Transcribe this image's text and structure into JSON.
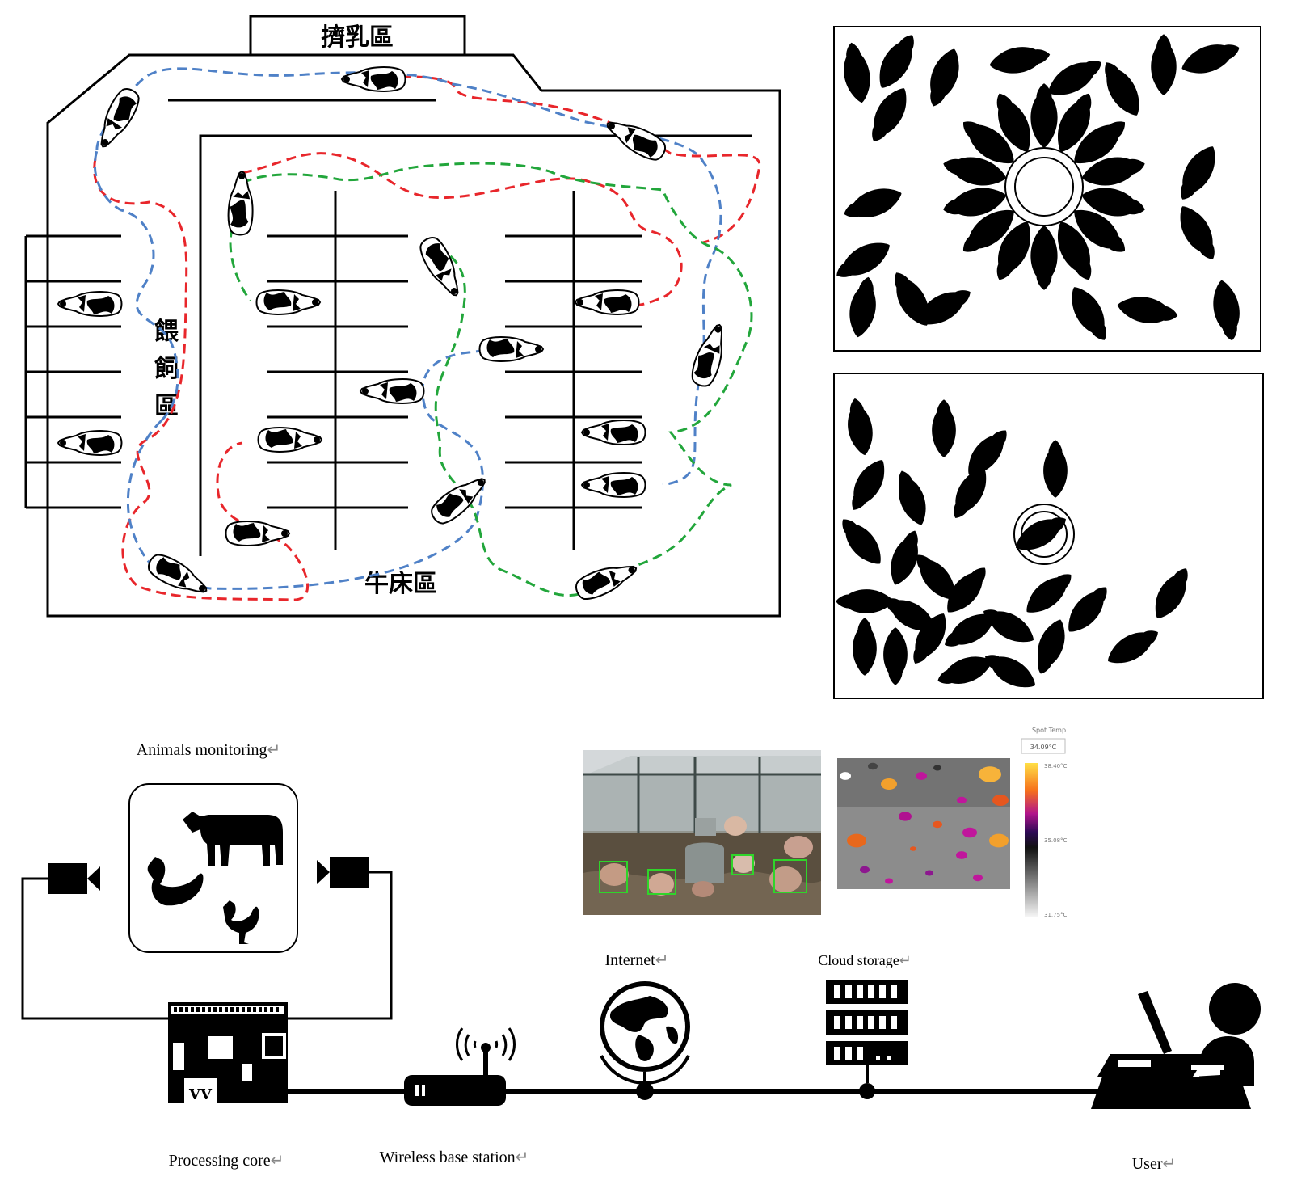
{
  "barn": {
    "milking_area": "擠乳區",
    "feeding_area": "餵飼區",
    "stall_area": "牛床區"
  },
  "labels": {
    "animals_monitoring": "Animals monitoring",
    "internet": "Internet",
    "cloud_storage": "Cloud storage",
    "processing_core": "Processing core",
    "wireless_base_station": "Wireless base station",
    "user": "User",
    "return_mark": "↵"
  },
  "thermal": {
    "spot_temp_label": "Spot Temp",
    "spot_temp_value": "34.09°C",
    "scale_max": "38.40°C",
    "scale_mid": "35.08°C",
    "scale_min": "31.75°C"
  },
  "colors": {
    "red_path": "#e8262b",
    "blue_path": "#4f81c7",
    "green_path": "#22a63b",
    "detect_box": "#2fd52a"
  },
  "icons": [
    "camera-icon",
    "cow-icon",
    "hen-icon",
    "rooster-icon",
    "raspberry-board-icon",
    "router-icon",
    "globe-icon",
    "server-rack-icon",
    "user-at-desk-icon"
  ]
}
